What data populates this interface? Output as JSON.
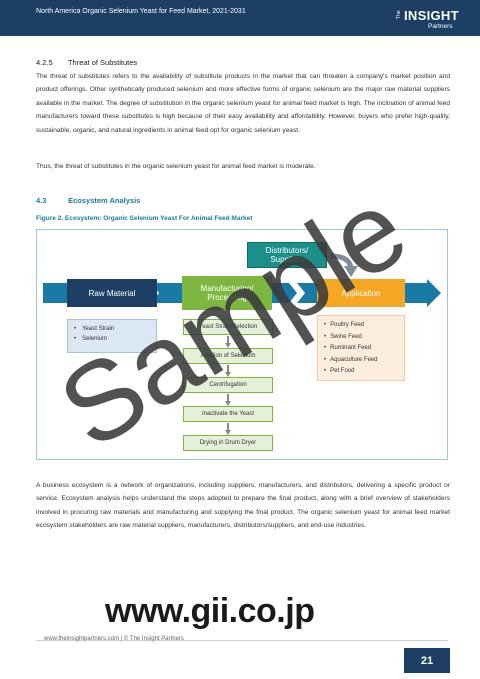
{
  "header": {
    "title": "North America Organic Selenium Yeast for Feed Market, 2021-2031",
    "logo": {
      "the": "The",
      "insight": "INSIGHT",
      "partners": "Partners"
    }
  },
  "section_425": {
    "number": "4.2.5",
    "title": "Threat of Substitutes",
    "paragraph1": "The threat of substitutes refers to the availability of substitute products in the market that can threaten a company's market position and product offerings. Other synthetically produced selenium and more effective forms of organic selenium are the major raw material suppliers available in the market. The degree of substitution in the organic selenium yeast for animal feed market is high. The inclination of animal feed manufacturers toward these substitutes is high because of their easy availability and affordability. However, buyers who prefer high-quality, sustainable, organic, and natural ingredients in animal feed opt for organic selenium yeast.",
    "paragraph2": "Thus, the threat of substitutes in the organic selenium yeast for animal feed market is moderate."
  },
  "section_43": {
    "number": "4.3",
    "title": "Ecosystem Analysis",
    "figure_caption": "Figure 2. Ecosystem: Organic Selenium Yeast For Animal Feed Market"
  },
  "ecosystem": {
    "distributors": "Distributors/ Suppliers",
    "raw_material": "Raw Material",
    "manufacturing": "Manufacturing/ Processing",
    "application": "Application",
    "raw_items": [
      "Yeast Strain",
      "Selenium"
    ],
    "steps": [
      "Yeast Strain Selection",
      "Addition of Selenium",
      "Centrifugation",
      "Inactivate the Yeast",
      "Drying in Drum Dryer"
    ],
    "applications": [
      "Poultry Feed",
      "Swine Feed",
      "Ruminant Feed",
      "Aquaculture Feed",
      "Pet Food"
    ],
    "colors": {
      "raw": "#1c3f63",
      "manufacturing": "#7db73f",
      "application": "#f5a623",
      "distributors": "#1d8f8a",
      "flow": "#1a7aa6"
    }
  },
  "paragraph3": "A business ecosystem is a network of organizations, including suppliers, manufacturers, and distributors, delivering a specific product or service. Ecosystem analysis helps understand the steps adopted to prepare the final product, along with a brief overview of stakeholders involved in procuring raw materials and manufacturing and supplying the final product. The organic selenium yeast for animal feed market ecosystem stakeholders are raw material suppliers, manufacturers, distributors/suppliers, and end-use industries.",
  "watermark": {
    "sample": "Sample",
    "url": "www.gii.co.jp"
  },
  "footer": {
    "text": "www.theinsightpartners.com  |  © The Insight Partners",
    "page": "21"
  }
}
